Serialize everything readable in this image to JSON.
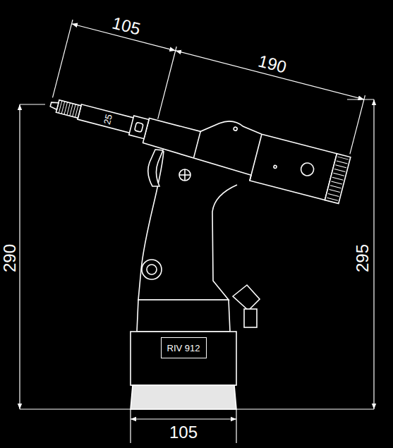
{
  "diagram": {
    "nodes": [
      {
        "text": [
          "RIV 912"
        ]
      }
    ],
    "labels": [
      "105",
      "190",
      "25",
      "290",
      "295",
      "105"
    ]
  }
}
